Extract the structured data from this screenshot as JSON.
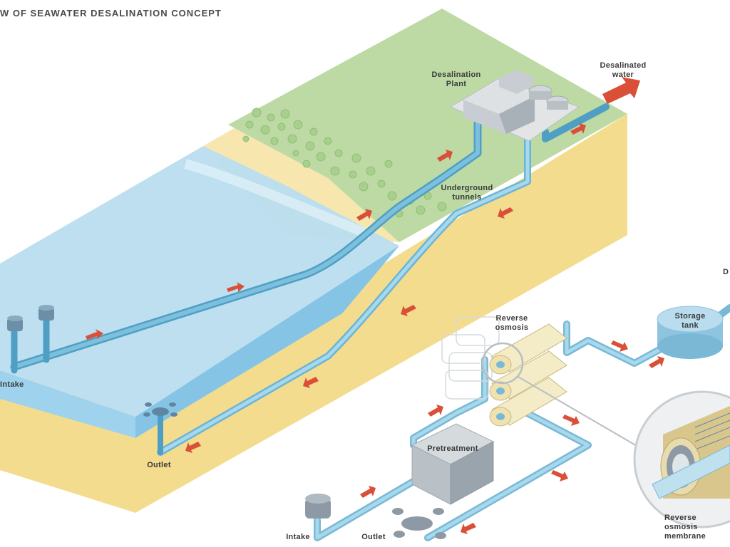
{
  "title": "W OF SEAWATER DESALINATION CONCEPT",
  "labels": {
    "desal_plant": "Desalination\nPlant",
    "desalinated_water": "Desalinated\nwater",
    "underground_tunnels": "Underground\ntunnels",
    "intake_top": "Intake",
    "outlet_top": "Outlet",
    "reverse_osmosis": "Reverse\nosmosis",
    "storage_tank": "Storage\ntank",
    "pretreatment": "Pretreatment",
    "intake_bottom": "Intake",
    "outlet_bottom": "Outlet",
    "ro_membrane": "Reverse osmosis\nmembrane",
    "cut_d": "D"
  },
  "colors": {
    "sea": "#8ec8e6",
    "sand": "#f6e6a8",
    "grass": "#bcd9a6",
    "pipe": "#9fd0e6",
    "arrow": "#d94f38",
    "text": "#3a3a3a"
  }
}
